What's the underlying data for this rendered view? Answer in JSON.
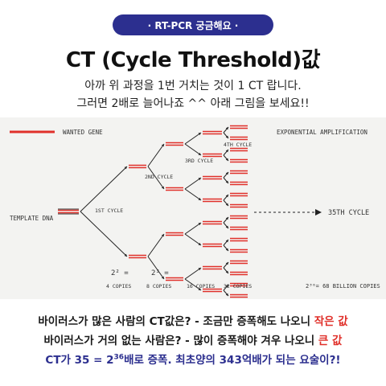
{
  "header": {
    "badge": "· RT-PCR 궁금해요 ·"
  },
  "title": "CT (Cycle Threshold)값",
  "intro": {
    "line1": "아까 위 과정을 1번 거치는 것이 1 CT 랍니다.",
    "line2": "그러면 2배로 늘어나죠 ^^ 아래 그림을 보세요!!"
  },
  "diagram": {
    "legend": "WANTED GENE",
    "exp_label": "EXPONENTIAL AMPLIFICATION",
    "template_label": "TEMPLATE DNA",
    "cycle_labels": [
      "1ST CYCLE",
      "2ND CYCLE",
      "3RD CYCLE",
      "4TH CYCLE"
    ],
    "cycle35_label": "35TH CYCLE",
    "formula1": "2² =",
    "formula2": "2³ =",
    "formula35": "2³⁶= 68 BILLION COPIES",
    "copies": [
      "4 COPIES",
      "8 COPIES",
      "16 COPIES",
      "32 COPIES"
    ],
    "colors": {
      "gene": "#e0302a",
      "strand": "#333333",
      "arrow": "#222222"
    }
  },
  "summary": {
    "l1_text": "바이러스가 많은 사람의 CT값은? - 조금만 증폭해도 나오니 ",
    "l1_highlight": "작은 값",
    "l2_text": "바이러스가 거의 없는 사람은? - 많이 증폭해야 겨우 나오니 ",
    "l2_highlight": "큰 값",
    "l3_pre": "CT가 35 = 2",
    "l3_sup": "36",
    "l3_post": "배로 증폭. 최초양의 343억배가 되는 요술이?!"
  }
}
